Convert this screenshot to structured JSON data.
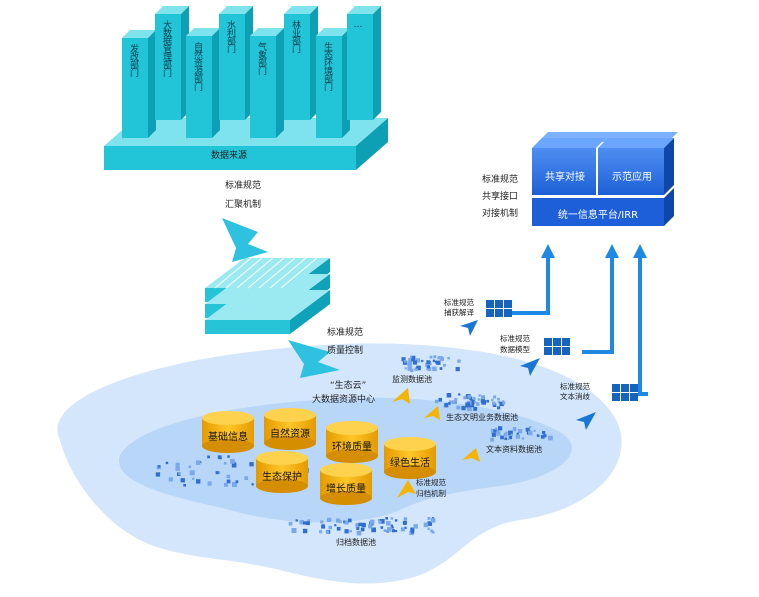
{
  "sources": {
    "base_label": "数据来源",
    "departments": [
      "发改部门",
      "大数据管理部门",
      "自然资源部门",
      "水利部门",
      "气象部门",
      "林业部门",
      "生态环境部门",
      "…"
    ]
  },
  "step1": {
    "line1": "标准规范",
    "line2": "汇聚机制"
  },
  "step2": {
    "line1": "标准规范",
    "line2": "质量控制"
  },
  "center": {
    "line1": "“生态云”",
    "line2": "大数据资源中心"
  },
  "cylinders": [
    "基础信息",
    "自然资源",
    "环境质量",
    "生态保护",
    "增长质量",
    "绿色生活"
  ],
  "pools": {
    "monitor": "监测数据池",
    "business": "生态文明业务数据池",
    "text": "文本资料数据池",
    "archive": "归档数据池"
  },
  "archive_rule": {
    "line1": "标准规范",
    "line2": "归档机制"
  },
  "capture_rule": {
    "line1": "标准规范",
    "line2": "捕获解译"
  },
  "model_rule": {
    "line1": "标准规范",
    "line2": "数据模型"
  },
  "text_rule": {
    "line1": "标准规范",
    "line2": "文本消歧"
  },
  "platform": {
    "top_left": "共享对接",
    "top_right": "示范应用",
    "bottom": "统一信息平台/IRR",
    "side_line1": "标准规范",
    "side_line2": "共享接口",
    "side_line3": "对接机制"
  },
  "colors": {
    "cyan_front": "#22c4d8",
    "cyan_side": "#0d9fb4",
    "cyan_top": "#7fe3ee",
    "blue_dark": "#1565c0",
    "blue_mid": "#1e88e5",
    "lake": "#cfe3fb",
    "gold": "#f4b400"
  }
}
